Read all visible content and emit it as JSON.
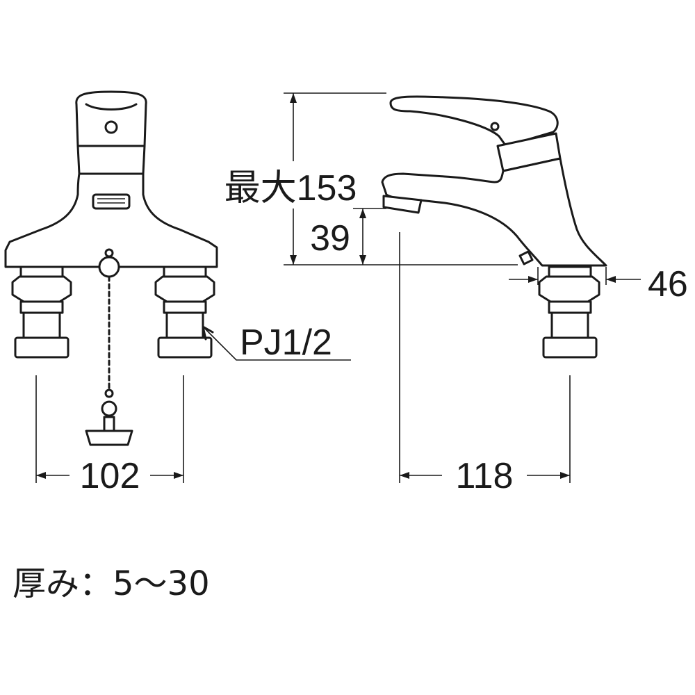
{
  "dimensions": {
    "max_height": "最大153",
    "spout_height": "39",
    "base_width": "46",
    "pipe_thread": "PJ1/2",
    "center_distance": "102",
    "projection": "118"
  },
  "note": {
    "thickness": "厚み：5〜30"
  }
}
